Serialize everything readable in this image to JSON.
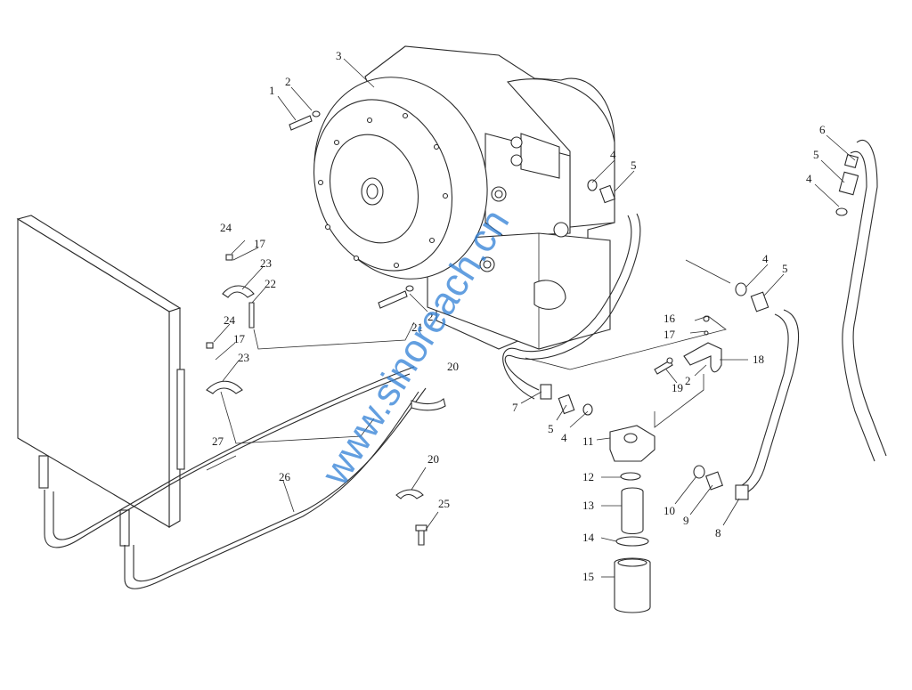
{
  "callouts": [
    {
      "id": "c1",
      "text": "1"
    },
    {
      "id": "c2a",
      "text": "2"
    },
    {
      "id": "c3",
      "text": "3"
    },
    {
      "id": "c4a",
      "text": "4"
    },
    {
      "id": "c5a",
      "text": "5"
    },
    {
      "id": "c6",
      "text": "6"
    },
    {
      "id": "c5b",
      "text": "5"
    },
    {
      "id": "c4b",
      "text": "4"
    },
    {
      "id": "c4c",
      "text": "4"
    },
    {
      "id": "c5c",
      "text": "5"
    },
    {
      "id": "c24a",
      "text": "24"
    },
    {
      "id": "c17a",
      "text": "17"
    },
    {
      "id": "c23a",
      "text": "23"
    },
    {
      "id": "c22",
      "text": "22"
    },
    {
      "id": "c24b",
      "text": "24"
    },
    {
      "id": "c17b",
      "text": "17"
    },
    {
      "id": "c23b",
      "text": "23"
    },
    {
      "id": "c21",
      "text": "21"
    },
    {
      "id": "c2b",
      "text": "2"
    },
    {
      "id": "c20a",
      "text": "20"
    },
    {
      "id": "c16",
      "text": "16"
    },
    {
      "id": "c17c",
      "text": "17"
    },
    {
      "id": "c18",
      "text": "18"
    },
    {
      "id": "c2c",
      "text": "2"
    },
    {
      "id": "c19",
      "text": "19"
    },
    {
      "id": "c7",
      "text": "7"
    },
    {
      "id": "c5d",
      "text": "5"
    },
    {
      "id": "c4d",
      "text": "4"
    },
    {
      "id": "c11",
      "text": "11"
    },
    {
      "id": "c27",
      "text": "27"
    },
    {
      "id": "c12",
      "text": "12"
    },
    {
      "id": "c10",
      "text": "10"
    },
    {
      "id": "c9",
      "text": "9"
    },
    {
      "id": "c8",
      "text": "8"
    },
    {
      "id": "c26",
      "text": "26"
    },
    {
      "id": "c20b",
      "text": "20"
    },
    {
      "id": "c13",
      "text": "13"
    },
    {
      "id": "c25",
      "text": "25"
    },
    {
      "id": "c14",
      "text": "14"
    },
    {
      "id": "c15",
      "text": "15"
    }
  ],
  "watermark": "www.sinoreach.cn",
  "colors": {
    "line": "#2b2b2b",
    "watermark": "#2f7fd6"
  }
}
